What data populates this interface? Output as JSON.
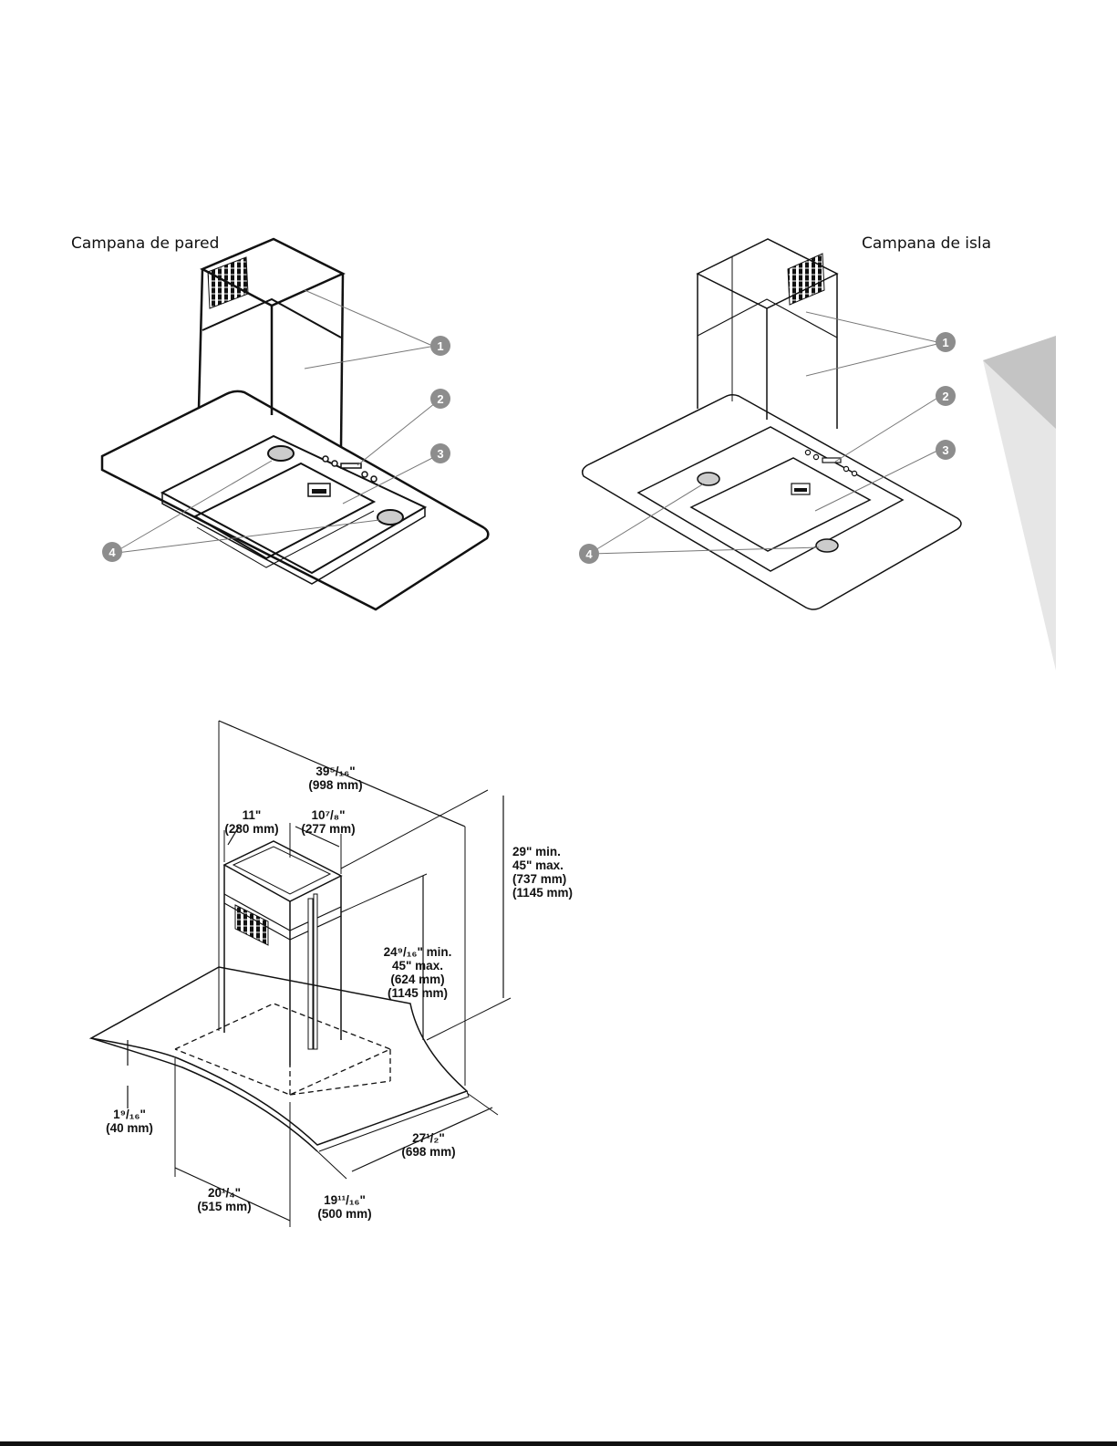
{
  "figures": {
    "wall_hood": {
      "title": "Campana de pared",
      "callouts": [
        "1",
        "2",
        "3",
        "4"
      ]
    },
    "island_hood": {
      "title": "Campana de isla",
      "callouts": [
        "1",
        "2",
        "3",
        "4"
      ]
    }
  },
  "dimensions": {
    "overall_width": [
      "39⁵/₁₆\"",
      "(998 mm)"
    ],
    "chimney_width": [
      "11\"",
      "(280 mm)"
    ],
    "chimney_depth": [
      "10⁷/₈\"",
      "(277 mm)"
    ],
    "total_height": [
      "29\" min.",
      "45\" max.",
      "(737 mm)",
      "(1145 mm)"
    ],
    "chimney_height": [
      "24⁹/₁₆\" min.",
      "45\" max.",
      "(624 mm)",
      "(1145 mm)"
    ],
    "glass_thickness": [
      "1⁹/₁₆\"",
      "(40 mm)"
    ],
    "canopy_depth": [
      "27¹/₂\"",
      "(698 mm)"
    ],
    "base_width": [
      "20¹/₄\"",
      "(515 mm)"
    ],
    "base_depth": [
      "19¹¹/₁₆\"",
      "(500 mm)"
    ]
  },
  "colors": {
    "callout_fill": "#8d8d8d",
    "side_tab_light": "#e6e6e6",
    "side_tab_dark": "#c4c4c4"
  }
}
